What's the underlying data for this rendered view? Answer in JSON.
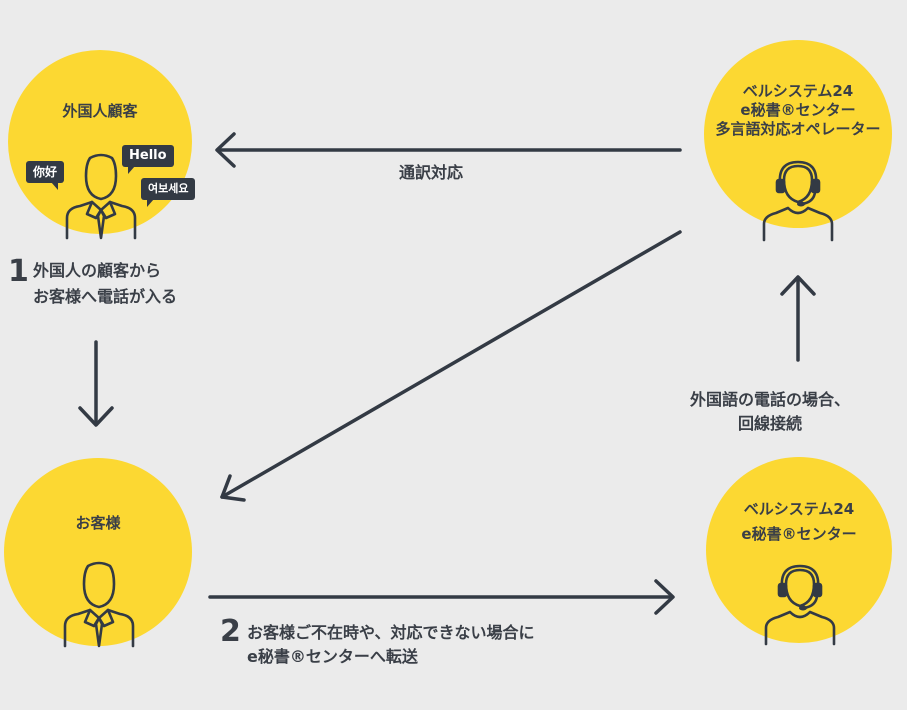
{
  "nodes": {
    "foreign_customer": {
      "title": "外国人顧客"
    },
    "operator_multilingual": {
      "lines": [
        "ベルシステム24",
        "e秘書®センター",
        "多言語対応オペレーター"
      ]
    },
    "customer": {
      "title": "お客様"
    },
    "esecretary_center": {
      "lines": [
        "ベルシステム24",
        "e秘書®センター"
      ]
    }
  },
  "bubbles": {
    "chinese": "你好",
    "english": "Hello",
    "korean": "여보세요"
  },
  "steps": {
    "step1": {
      "number": "1",
      "lines": [
        "外国人の顧客から",
        "お客様へ電話が入る"
      ]
    },
    "step2": {
      "number": "2",
      "lines": [
        "お客様ご不在時や、対応できない場合に",
        "e秘書®センターへ転送"
      ]
    }
  },
  "edges": {
    "interpretation": "通訳対応",
    "foreign_language": [
      "外国語の電話の場合、",
      "回線接続"
    ]
  },
  "colors": {
    "background": "#ebebeb",
    "circle": "#fcd832",
    "dark": "#333a44",
    "text": "#3a3f47"
  }
}
